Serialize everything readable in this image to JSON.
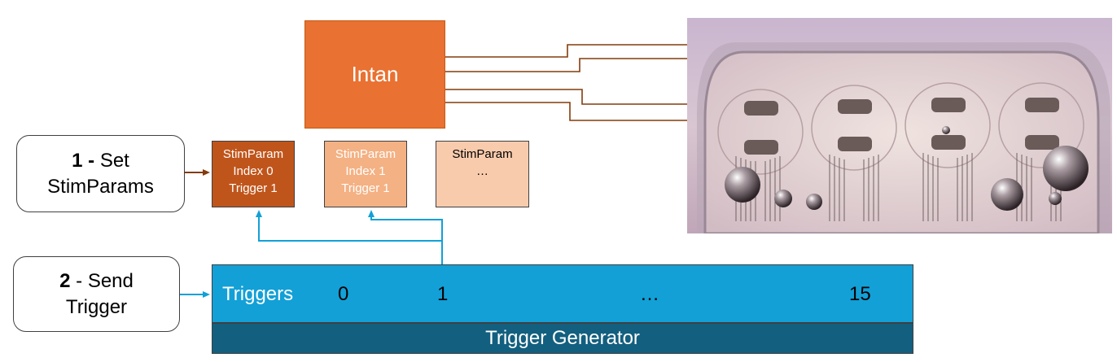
{
  "intan": {
    "label": "Intan"
  },
  "steps": {
    "set": {
      "number": "1 -",
      "line1": "Set",
      "line2": "StimParams"
    },
    "send": {
      "number": "2",
      "line1": "- Send",
      "line2": "Trigger"
    }
  },
  "stim_params": [
    {
      "line1": "StimParam",
      "line2": "Index 0",
      "line3": "Trigger 1"
    },
    {
      "line1": "StimParam",
      "line2": "Index 1",
      "line3": "Trigger 1"
    },
    {
      "line1": "StimParam",
      "line2": "…"
    }
  ],
  "trigger_bar": {
    "label": "Triggers",
    "indices": [
      "0",
      "1",
      "…",
      "15"
    ]
  },
  "trigger_generator": {
    "label": "Trigger Generator"
  },
  "colors": {
    "intan": "#e97132",
    "param_active": "#c0551b",
    "param_mid": "#f4b183",
    "param_light": "#f8cbad",
    "triggers": "#12a0d7",
    "generator": "#135f7f",
    "arrow_blue": "#12a0d7",
    "arrow_brown": "#843c0c"
  }
}
